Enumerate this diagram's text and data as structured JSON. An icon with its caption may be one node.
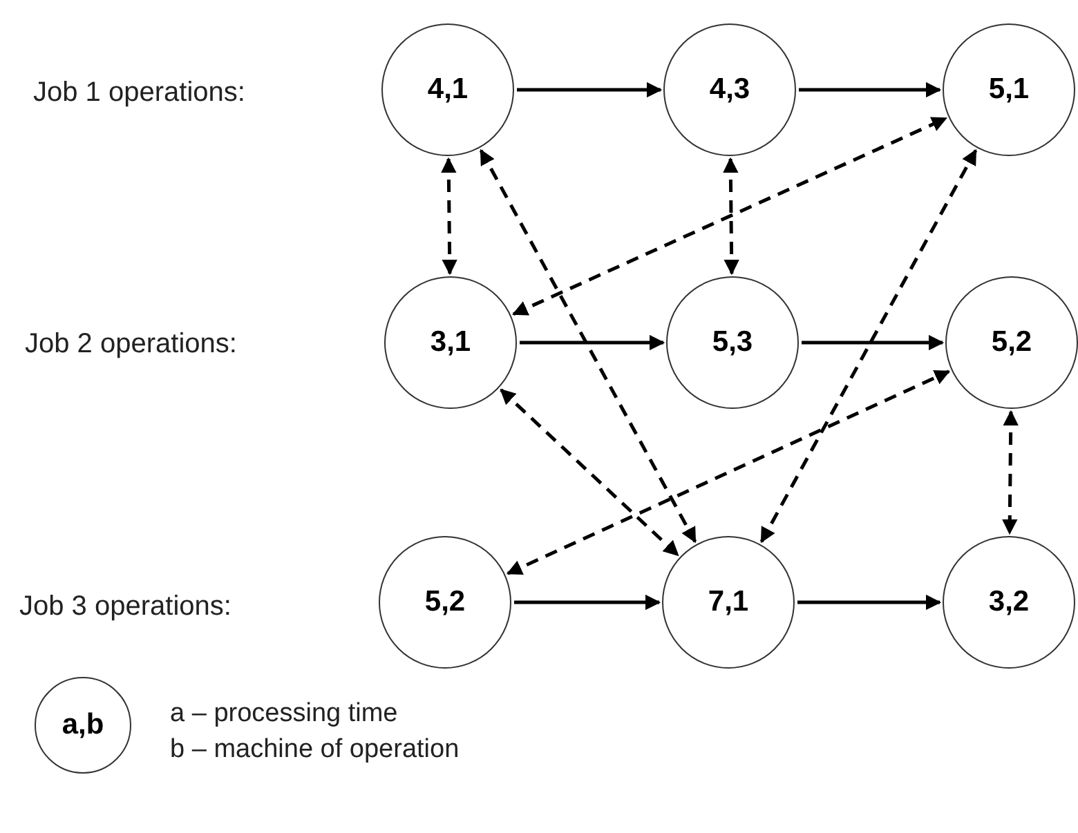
{
  "diagram": {
    "nodes": [
      {
        "text": [
          "4,1"
        ]
      },
      {
        "text": [
          "4,3"
        ]
      },
      {
        "text": [
          "5,1"
        ]
      },
      {
        "text": [
          "3,1"
        ]
      },
      {
        "text": [
          "5,3"
        ]
      },
      {
        "text": [
          "5,2"
        ]
      },
      {
        "text": [
          "5,2"
        ]
      },
      {
        "text": [
          "7,1"
        ]
      },
      {
        "text": [
          "3,2"
        ]
      },
      {
        "text": [
          "a,b"
        ],
        "beside": [
          "a – processing time",
          "b – machine of operation"
        ]
      }
    ],
    "edges": [
      {
        "from": 0,
        "to": 1,
        "arrow": "to"
      },
      {
        "from": 1,
        "to": 2,
        "arrow": "to"
      },
      {
        "from": 3,
        "to": 4,
        "arrow": "to"
      },
      {
        "from": 4,
        "to": 5,
        "arrow": "to"
      },
      {
        "from": 6,
        "to": 7,
        "arrow": "to"
      },
      {
        "from": 7,
        "to": 8,
        "arrow": "to"
      },
      {
        "from": 0,
        "to": 3,
        "arrow": "both",
        "style": "dashed"
      },
      {
        "from": 1,
        "to": 4,
        "arrow": "both",
        "style": "dashed"
      },
      {
        "from": 3,
        "to": 2,
        "arrow": "both",
        "style": "dashed"
      },
      {
        "from": 0,
        "to": 7,
        "arrow": "both",
        "style": "dashed"
      },
      {
        "from": 3,
        "to": 7,
        "arrow": "both",
        "style": "dashed"
      },
      {
        "from": 7,
        "to": 2,
        "arrow": "both",
        "style": "dashed"
      },
      {
        "from": 6,
        "to": 5,
        "arrow": "both",
        "style": "dashed"
      },
      {
        "from": 5,
        "to": 8,
        "arrow": "both",
        "style": "dashed"
      }
    ],
    "labels": [
      "Job 1 operations:",
      "Job 2 operations:",
      "Job 3 operations:"
    ]
  }
}
